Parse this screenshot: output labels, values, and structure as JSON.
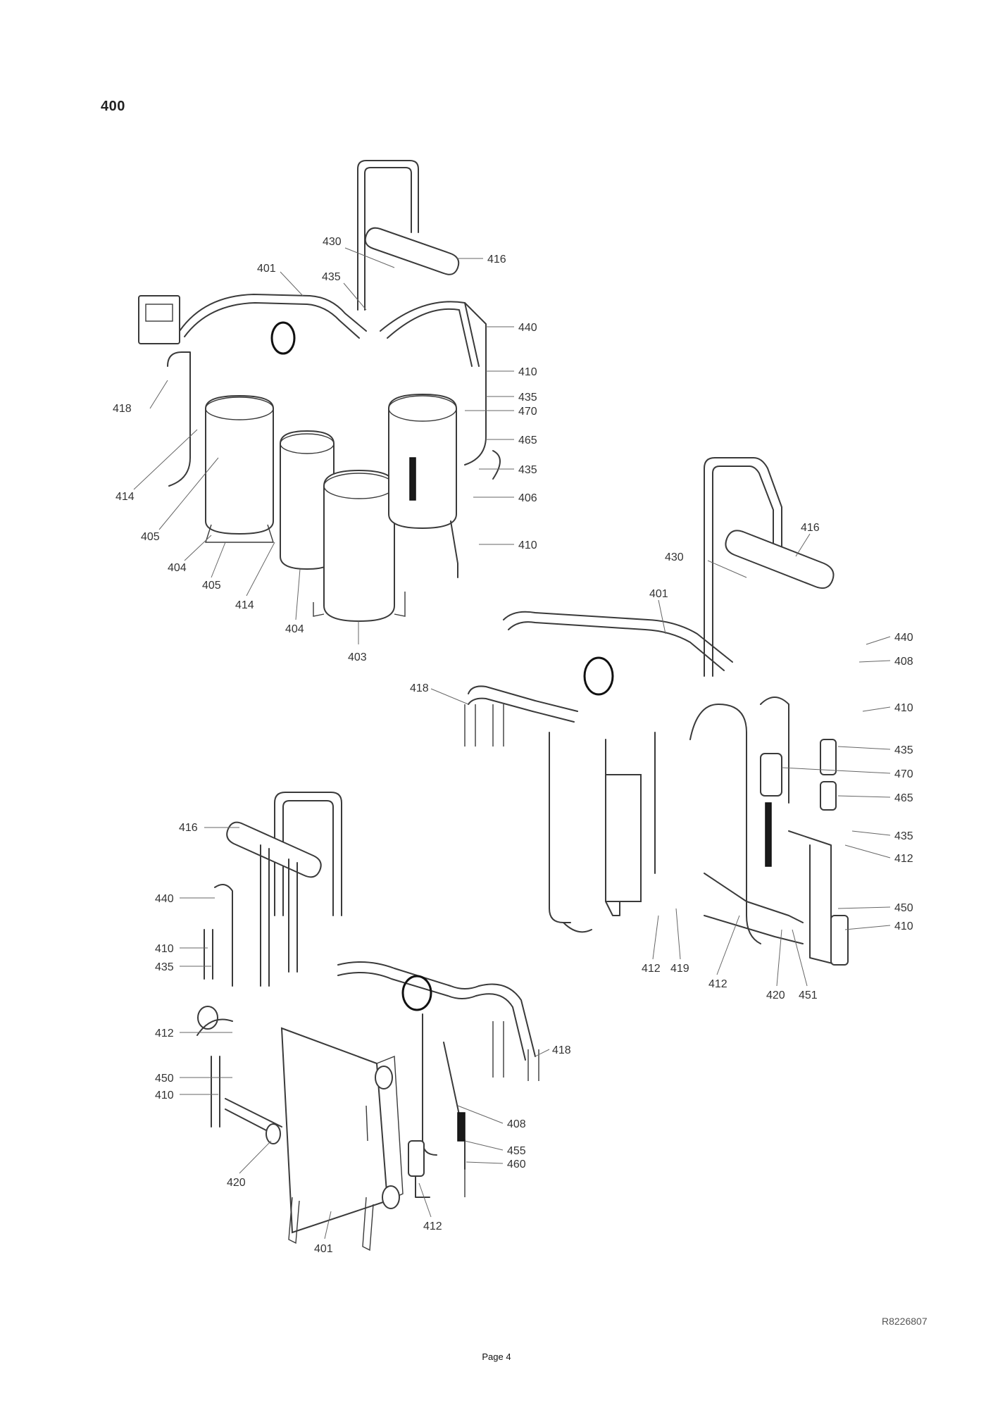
{
  "page": {
    "section_title": "400",
    "drawing_reference": "R8226807",
    "page_label": "Page 4"
  },
  "views": [
    {
      "id": "view-top-left",
      "callouts": [
        "430",
        "416",
        "401",
        "435",
        "440",
        "410",
        "418",
        "435",
        "470",
        "465",
        "414",
        "435",
        "406",
        "405",
        "410",
        "404",
        "405",
        "414",
        "404",
        "403"
      ]
    },
    {
      "id": "view-right",
      "callouts": [
        "416",
        "430",
        "401",
        "440",
        "408",
        "418",
        "410",
        "435",
        "470",
        "465",
        "435",
        "412",
        "450",
        "410",
        "412",
        "419",
        "412",
        "420",
        "451"
      ]
    },
    {
      "id": "view-bottom-left",
      "callouts": [
        "416",
        "440",
        "410",
        "435",
        "412",
        "418",
        "450",
        "410",
        "408",
        "455",
        "460",
        "420",
        "412",
        "401"
      ]
    }
  ]
}
